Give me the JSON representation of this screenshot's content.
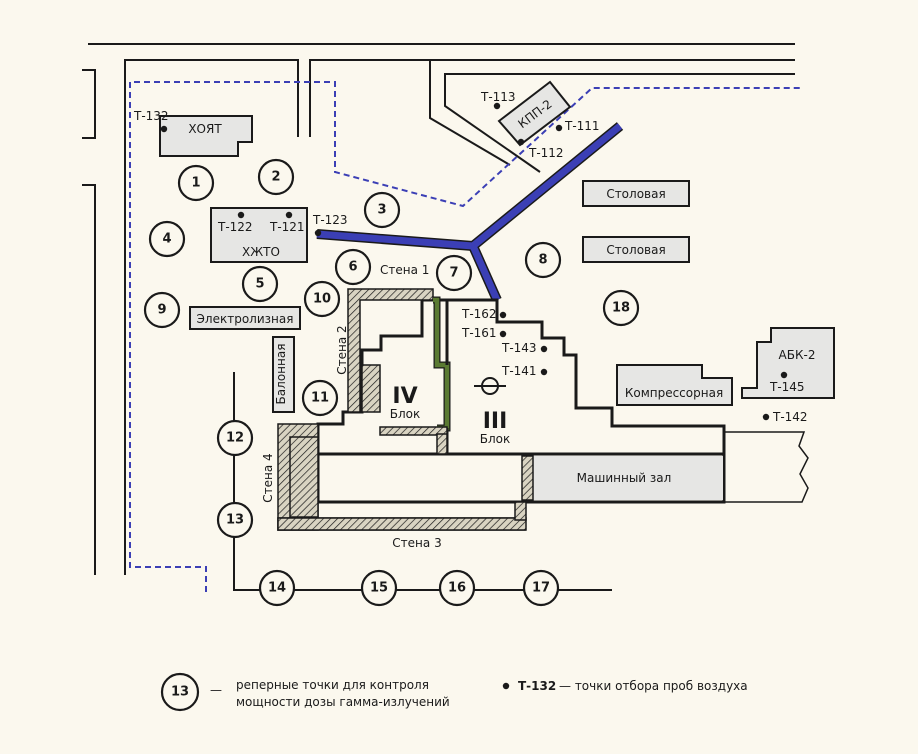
{
  "buildings": {
    "hoyat": "ХОЯТ",
    "hzhto": "ХЖТО",
    "kpp": "КПП-2",
    "stolovaya_1": "Столовая",
    "stolovaya_2": "Столовая",
    "electroliznaya": "Электролизная",
    "balonnaya": "Балонная",
    "kompressornaya": "Компрессорная",
    "abk": "АБК-2",
    "mashinny_zal": "Машинный зал"
  },
  "walls": {
    "wall1": "Стена 1",
    "wall2": "Стена 2",
    "wall3": "Стена 3",
    "wall4": "Стена 4"
  },
  "blocks": {
    "iv_numeral": "IV",
    "iv_label": "Блок",
    "iii_numeral": "III",
    "iii_label": "Блок"
  },
  "reference_points": [
    "1",
    "2",
    "3",
    "4",
    "5",
    "6",
    "7",
    "8",
    "9",
    "10",
    "11",
    "12",
    "13",
    "14",
    "15",
    "16",
    "17",
    "18"
  ],
  "sampling_points": {
    "t132": "Т-132",
    "t113": "Т-113",
    "t111": "Т-111",
    "t112": "Т-112",
    "t122": "Т-122",
    "t121": "Т-121",
    "t123": "Т-123",
    "t162": "Т-162",
    "t161": "Т-161",
    "t143": "Т-143",
    "t141": "Т-141",
    "t145": "Т-145",
    "t142": "Т-142"
  },
  "legend": {
    "sample_number": "13",
    "dash": "—",
    "ref_line1": "реперные точки для контроля",
    "ref_line2": "мощности дозы гамма-излучений",
    "sample_label": "Т-132",
    "sample_desc": "— точки отбора проб воздуха"
  },
  "colors": {
    "background": "#fbf8ee",
    "pipe": "#3b3fb5",
    "green_wall": "#5a7a32",
    "building_fill": "#e6e6e4"
  }
}
